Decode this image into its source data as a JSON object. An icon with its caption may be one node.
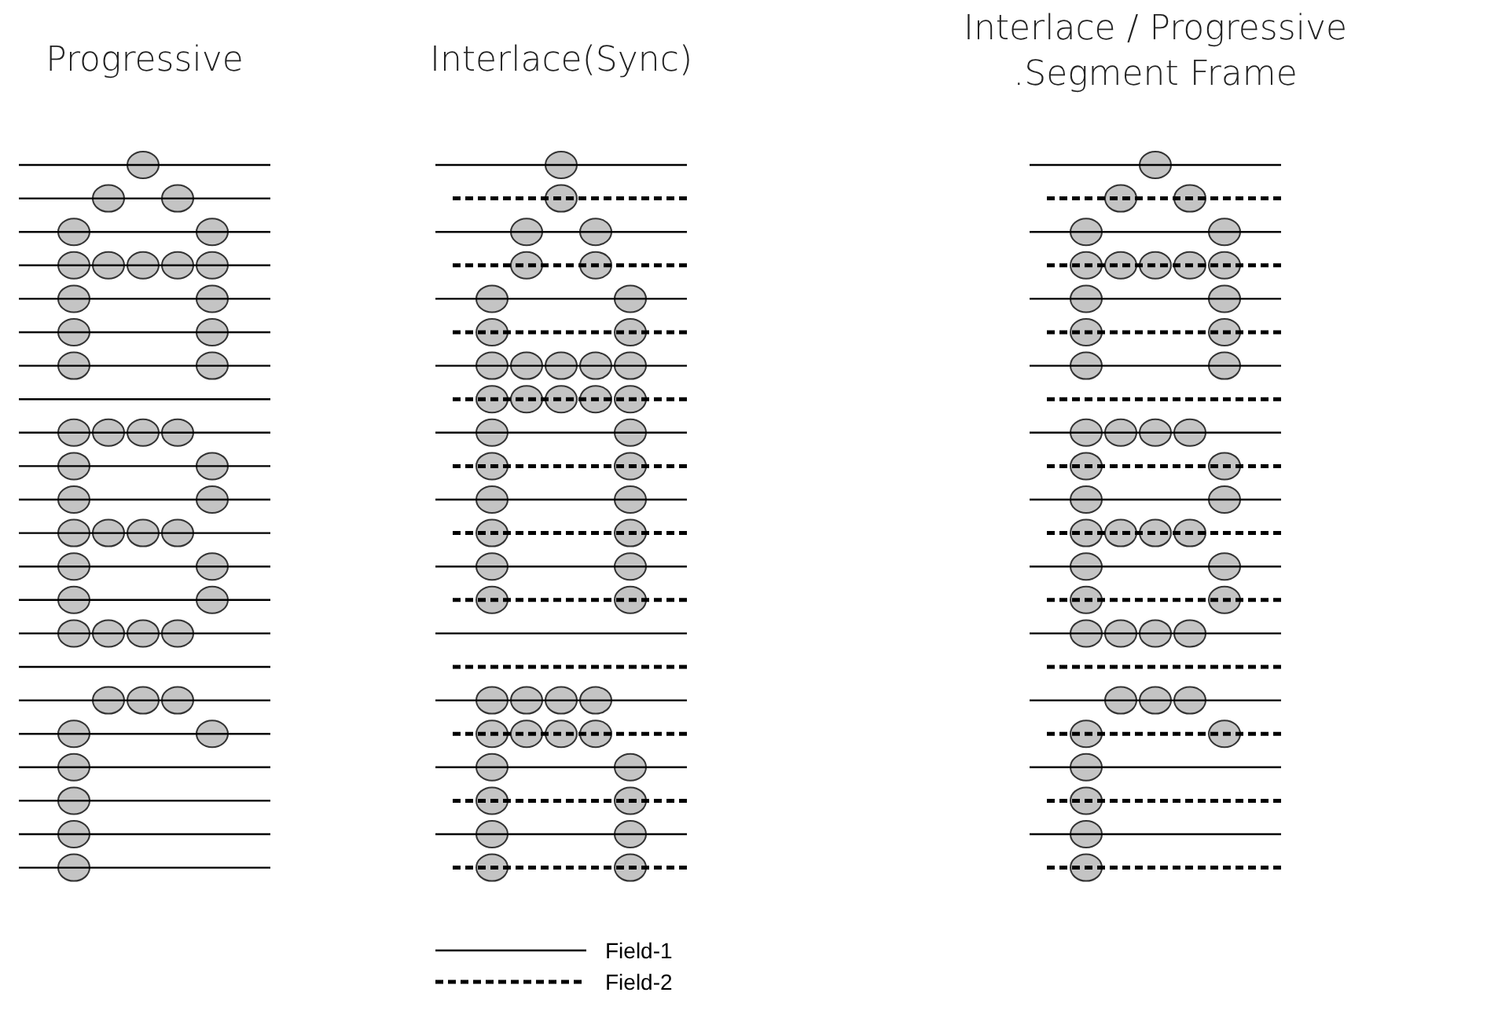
{
  "diagram": {
    "labels": [
      "Progressive",
      "Interlace(Sync)",
      "Interlace / Progressive .Segment Frame"
    ],
    "legend": [
      {
        "text": "Field-1"
      },
      {
        "text": "Field-2"
      }
    ]
  }
}
